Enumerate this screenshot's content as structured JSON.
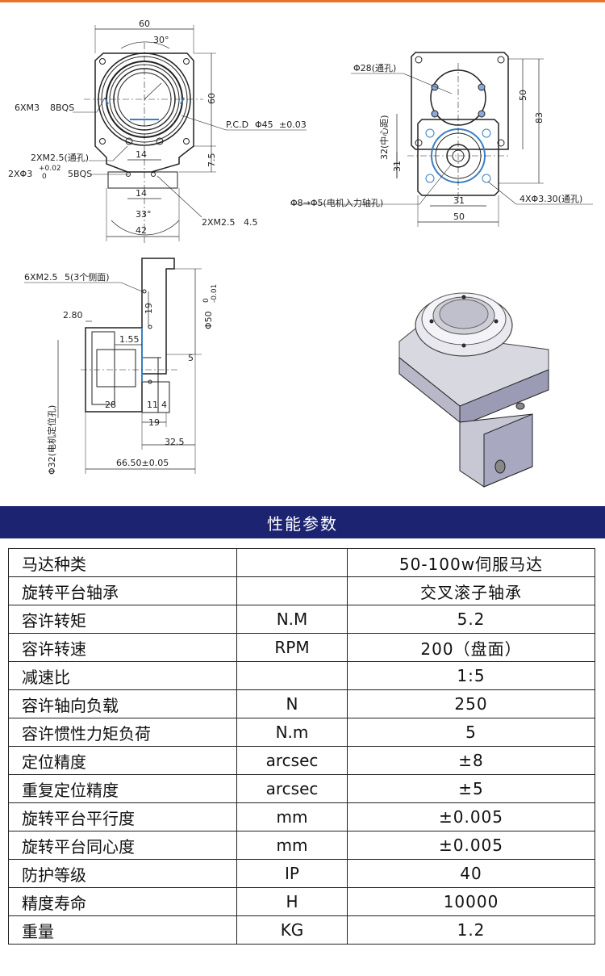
{
  "drawing": {
    "front_view": {
      "width": "60",
      "angle_top": "30°",
      "height": "60",
      "thread_6": "6XM3",
      "thread_6_depth": "8BQS",
      "pcd": "P.C.D",
      "pcd_dia": "Φ45",
      "pcd_tol": "±0.03",
      "thread_2": "2XM2.5(通孔)",
      "pin": "2XΦ3",
      "pin_tol_up": "+0.02",
      "pin_tol_lo": "0",
      "pin_depth": "5BQS",
      "w14_a": "14",
      "w14_b": "14",
      "h7_5": "7.5",
      "angle_bottom": "33°",
      "w42": "42",
      "thread_2b": "2XM2.5",
      "thread_2b_depth": "4.5"
    },
    "right_view": {
      "bore": "Φ28(通孔)",
      "h50": "50",
      "h83": "83",
      "center_dist": "32(中心距)",
      "h31": "31",
      "shaft": "Φ8→Φ5(电机入力轴孔)",
      "w31": "31",
      "w50": "50",
      "holes": "4XΦ3.30(通孔)"
    },
    "side_view": {
      "side_thread": "6XM2.5",
      "side_thread_depth": "5(3个侧面)",
      "d2_80": "2.80",
      "d1_55": "1.55",
      "d19": "19",
      "dia50": "Φ50",
      "dia50_tol_up": "0",
      "dia50_tol_lo": "-0.01",
      "d5": "5",
      "d28": "28",
      "d11": "11",
      "d4": "4",
      "d19b": "19",
      "d32_5": "32.5",
      "d66_5": "66.50±0.05",
      "pilot": "Φ32(电机定位孔)"
    }
  },
  "banner_title": "性能参数",
  "specs": [
    {
      "name": "马达种类",
      "unit": "",
      "value": "50-100w伺服马达"
    },
    {
      "name": "旋转平台轴承",
      "unit": "",
      "value": "交叉滚子轴承"
    },
    {
      "name": "容许转矩",
      "unit": "N.M",
      "value": "5.2"
    },
    {
      "name": "容许转速",
      "unit": "RPM",
      "value": "200（盘面）"
    },
    {
      "name": "减速比",
      "unit": "",
      "value": "1:5"
    },
    {
      "name": "容许轴向负载",
      "unit": "N",
      "value": "250"
    },
    {
      "name": "容许惯性力矩负荷",
      "unit": "N.m",
      "value": "5"
    },
    {
      "name": "定位精度",
      "unit": "arcsec",
      "value": "±8"
    },
    {
      "name": "重复定位精度",
      "unit": "arcsec",
      "value": "±5"
    },
    {
      "name": "旋转平台平行度",
      "unit": "mm",
      "value": "±0.005"
    },
    {
      "name": "旋转平台同心度",
      "unit": "mm",
      "value": "±0.005"
    },
    {
      "name": "防护等级",
      "unit": "IP",
      "value": "40"
    },
    {
      "name": "精度寿命",
      "unit": "H",
      "value": "10000"
    },
    {
      "name": "重量",
      "unit": "KG",
      "value": "1.2"
    }
  ],
  "colors": {
    "accent_line": "#e8742a",
    "banner_bg": "#1c2471",
    "bearing_blue": "#3a7fc4"
  }
}
